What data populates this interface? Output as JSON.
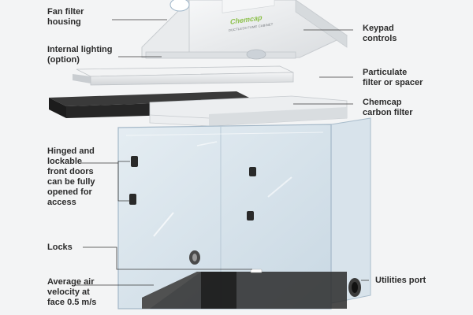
{
  "callouts": {
    "fan_filter_housing": "Fan filter\nhousing",
    "internal_lighting": "Internal lighting\n(option)",
    "hinged_doors": "Hinged and\nlockable\nfront doors\ncan be fully\nopened for\naccess",
    "locks": "Locks",
    "air_velocity": "Average air\nvelocity at\nface 0.5 m/s",
    "keypad_controls": "Keypad\ncontrols",
    "particulate_filter": "Particulate\nfilter or spacer",
    "carbon_filter": "Chemcap\ncarbon filter",
    "utilities_port": "Utilities port"
  },
  "product_branding": {
    "brand_mark": "Chemcap",
    "panel_text": "DUCTLESS FUME CABINET"
  },
  "colors": {
    "background": "#f3f4f5",
    "housing": "#e6e8ea",
    "glass": "#d3e1ea",
    "carbon_filter": "#262626",
    "brand_green": "#8cc04a",
    "label_text": "#2b2b2b"
  }
}
